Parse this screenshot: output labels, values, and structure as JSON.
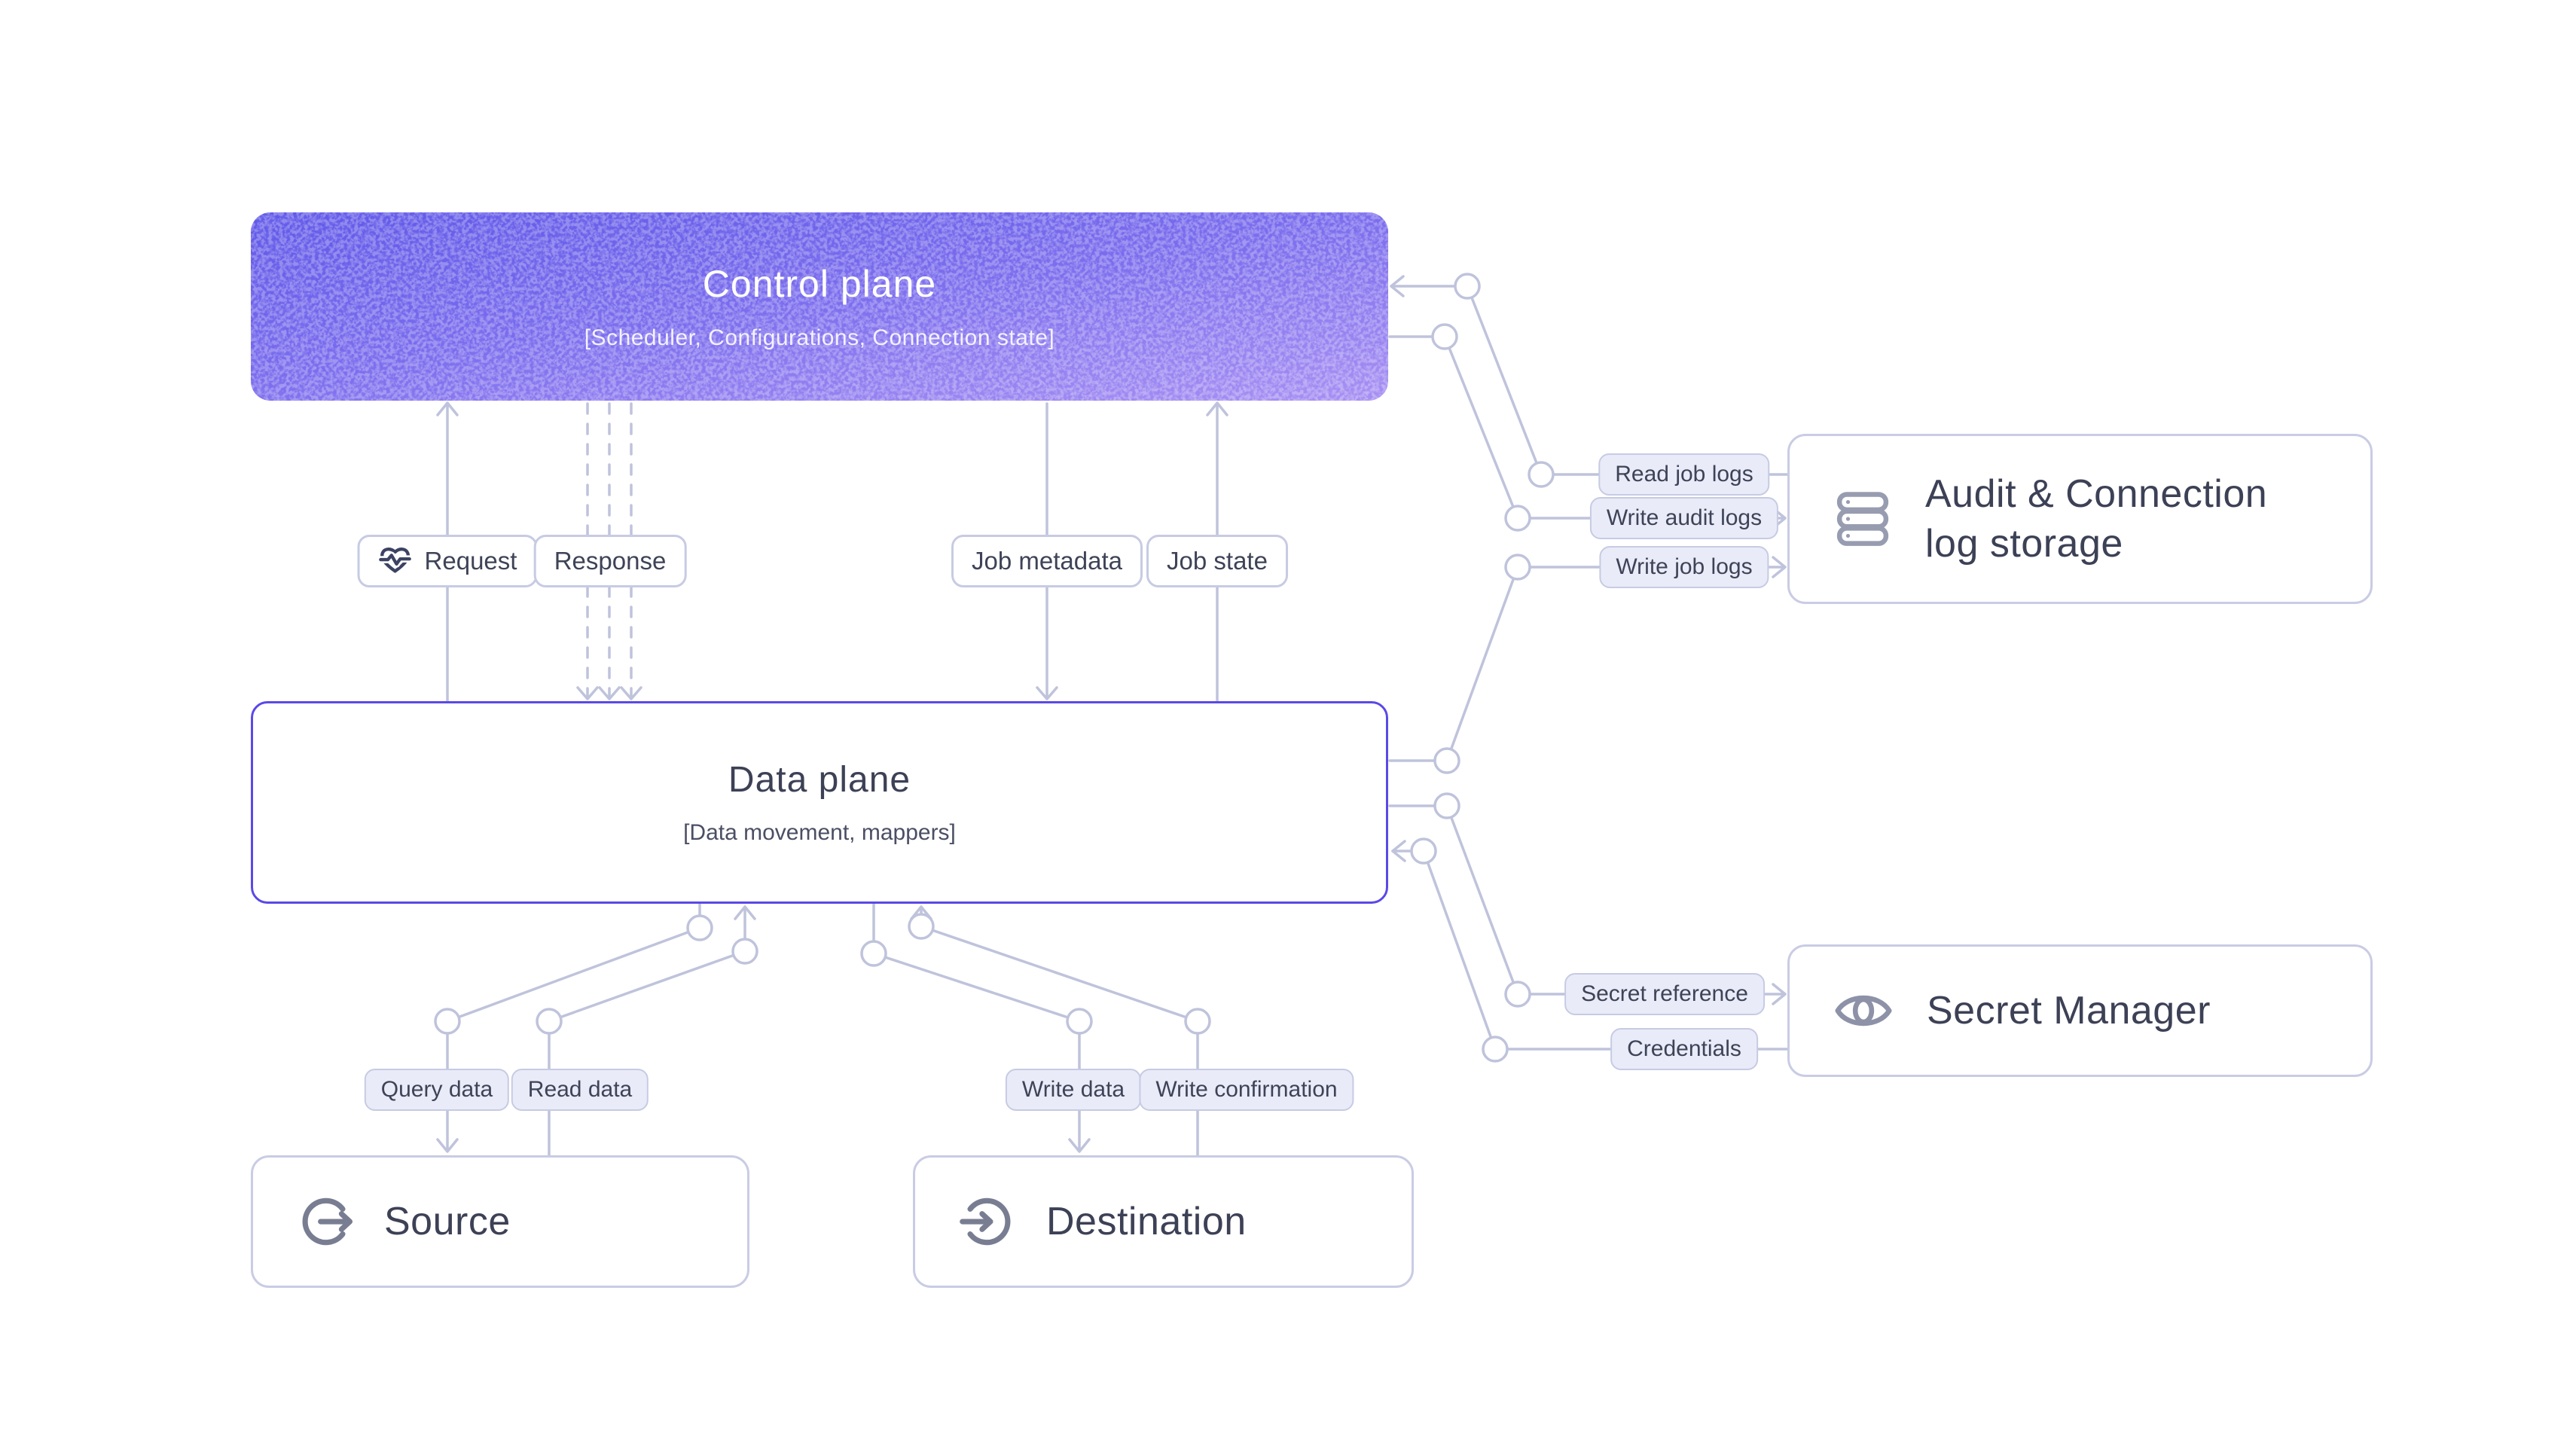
{
  "diagram": {
    "background": "#ffffff",
    "colors": {
      "wire": "#bfc3db",
      "box_border": "#c9cce4",
      "data_plane_border": "#5a49e8",
      "control_gradient_top": "#5f58e9",
      "control_gradient_bottom": "#ab93f4",
      "label_fill": "#e9ebf8",
      "text_dark": "#3d4156",
      "icon_gray": "#787d92",
      "request_icon_navy": "#3c4262"
    }
  },
  "nodes": {
    "control_plane": {
      "title": "Control plane",
      "subtitle": "[Scheduler, Configurations, Connection state]"
    },
    "data_plane": {
      "title": "Data plane",
      "subtitle": "[Data movement, mappers]"
    },
    "source": {
      "title": "Source",
      "icon": "logout-circle-arrow-icon"
    },
    "destination": {
      "title": "Destination",
      "icon": "login-circle-arrow-icon"
    },
    "audit_log_storage": {
      "title_line1": "Audit & Connection",
      "title_line2": "log storage",
      "icon": "server-stack-icon"
    },
    "secret_manager": {
      "title": "Secret Manager",
      "icon": "eye-icon"
    }
  },
  "edge_labels": {
    "request": "Request",
    "response": "Response",
    "job_metadata": "Job metadata",
    "job_state": "Job state",
    "read_job_logs": "Read job logs",
    "write_audit_logs": "Write audit logs",
    "write_job_logs": "Write job logs",
    "secret_reference": "Secret reference",
    "credentials": "Credentials",
    "query_data": "Query data",
    "read_data": "Read data",
    "write_data": "Write data",
    "write_confirmation": "Write confirmation"
  }
}
